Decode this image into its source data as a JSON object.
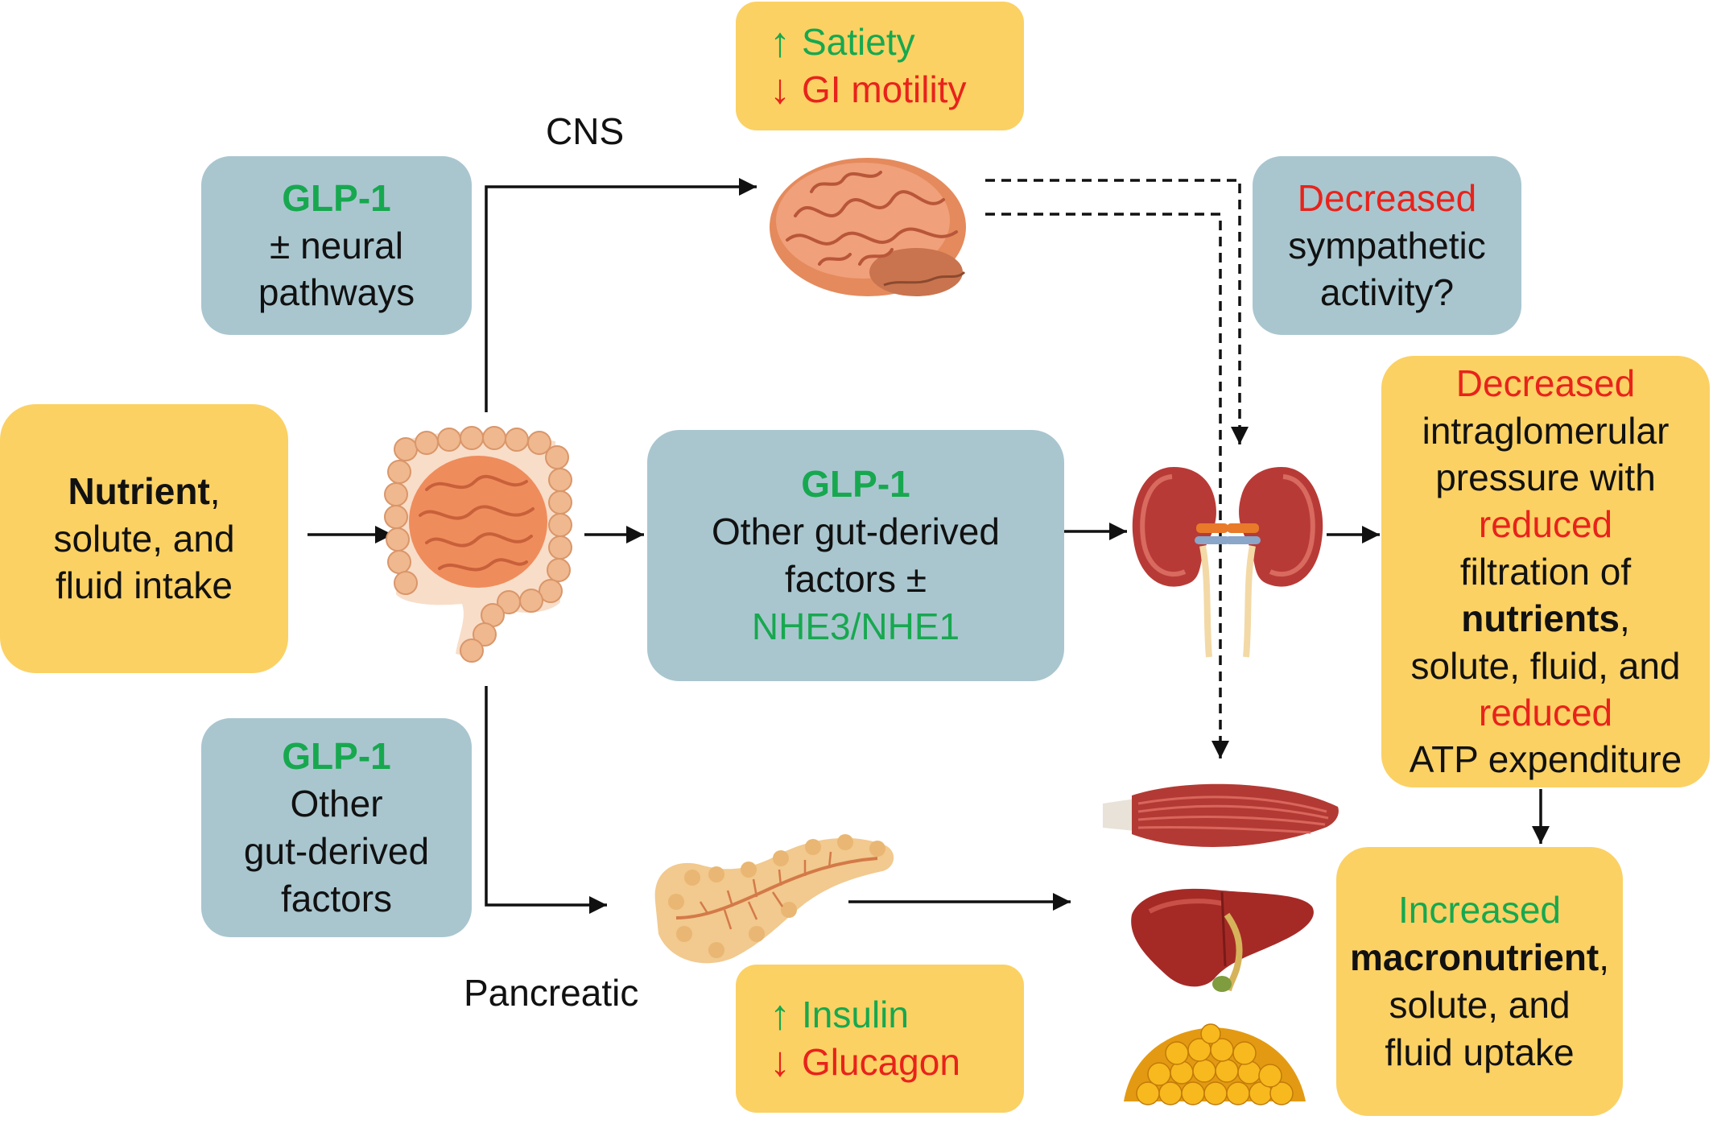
{
  "labels": {
    "cns": "CNS",
    "pancreatic": "Pancreatic"
  },
  "top_effects": {
    "line1_arrow": "↑",
    "line1_text": "Satiety",
    "line2_arrow": "↓",
    "line2_text": "GI motility"
  },
  "bottom_effects": {
    "line1_arrow": "↑",
    "line1_text": "Insulin",
    "line2_arrow": "↓",
    "line2_text": "Glucagon"
  },
  "glp1_neural": {
    "title": "GLP-1",
    "line2": "± neural",
    "line3": "pathways"
  },
  "glp1_other": {
    "title": "GLP-1",
    "line2": "Other",
    "line3": "gut-derived",
    "line4": "factors"
  },
  "intake": {
    "bold": "Nutrient",
    "rest1": ",",
    "line2": "solute, and",
    "line3": "fluid intake"
  },
  "center_box": {
    "title": "GLP-1",
    "line2": "Other gut-derived",
    "line3": "factors ±",
    "line4": "NHE3/NHE1"
  },
  "sympathetic": {
    "line1": "Decreased",
    "line2": "sympathetic",
    "line3": "activity?"
  },
  "kidney_effect": {
    "l1": "Decreased",
    "l2": "intraglomerular",
    "l3": "pressure with",
    "l4": "reduced",
    "l5": "filtration of",
    "l6_bold": "nutrients",
    "l6_rest": ",",
    "l7": "solute, fluid, and",
    "l8": "reduced",
    "l9": "ATP expenditure"
  },
  "uptake": {
    "l1": "Increased",
    "l2_bold": "macronutrient",
    "l2_rest": ",",
    "l3": "solute, and",
    "l4": "fluid uptake"
  },
  "icons": [
    "brain-icon",
    "intestine-icon",
    "kidneys-icon",
    "pancreas-icon",
    "muscle-icon",
    "liver-icon",
    "fat-tissue-icon"
  ],
  "colors": {
    "yellow_box": "#fbd164",
    "blue_box": "#a9c6cf",
    "increase_green": "#17a84f",
    "decrease_red": "#e8231b"
  }
}
